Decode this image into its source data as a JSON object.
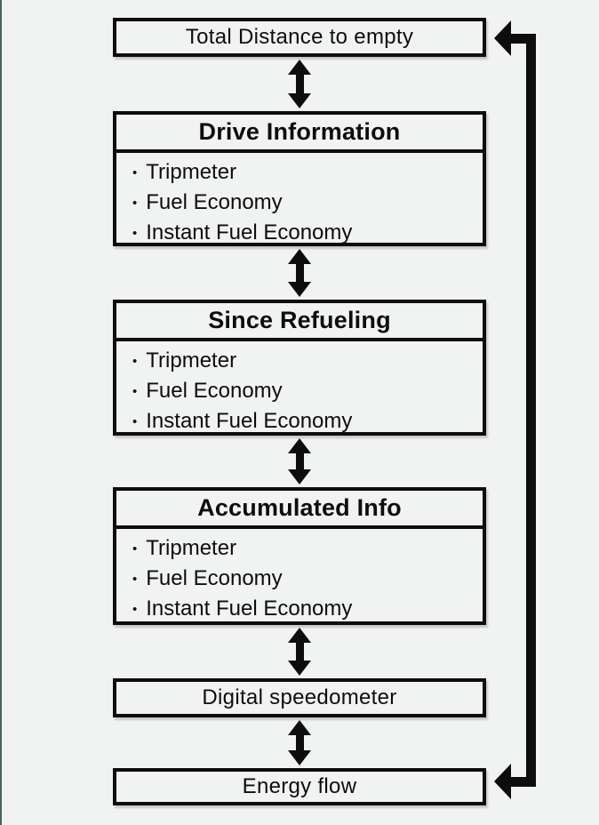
{
  "page": {
    "background_color": "#f1f3f2",
    "ink_color": "#0d0d0d",
    "left_edge_color": "#4a6653"
  },
  "diagram": {
    "bullet": "•",
    "nodes": [
      {
        "id": "total-distance-to-empty",
        "title": "Total Distance to empty",
        "header_bold": false,
        "items": []
      },
      {
        "id": "drive-information",
        "title": "Drive Information",
        "header_bold": true,
        "items": [
          "Tripmeter",
          "Fuel Economy",
          "Instant Fuel Economy"
        ]
      },
      {
        "id": "since-refueling",
        "title": "Since Refueling",
        "header_bold": true,
        "items": [
          "Tripmeter",
          "Fuel Economy",
          "Instant Fuel Economy"
        ]
      },
      {
        "id": "accumulated-info",
        "title": "Accumulated Info",
        "header_bold": true,
        "items": [
          "Tripmeter",
          "Fuel Economy",
          "Instant Fuel Economy"
        ]
      },
      {
        "id": "digital-speedometer",
        "title": "Digital speedometer",
        "header_bold": false,
        "items": []
      },
      {
        "id": "energy-flow",
        "title": "Energy flow",
        "header_bold": false,
        "items": []
      }
    ],
    "connectors": {
      "vertical_double_arrows": [
        "total-distance-to-empty <-> drive-information",
        "drive-information <-> since-refueling",
        "since-refueling <-> accumulated-info",
        "accumulated-info <-> digital-speedometer",
        "digital-speedometer <-> energy-flow"
      ],
      "right_loop": "energy-flow <-> total-distance-to-empty (wrap-around, arrowheads into both boxes)"
    }
  }
}
